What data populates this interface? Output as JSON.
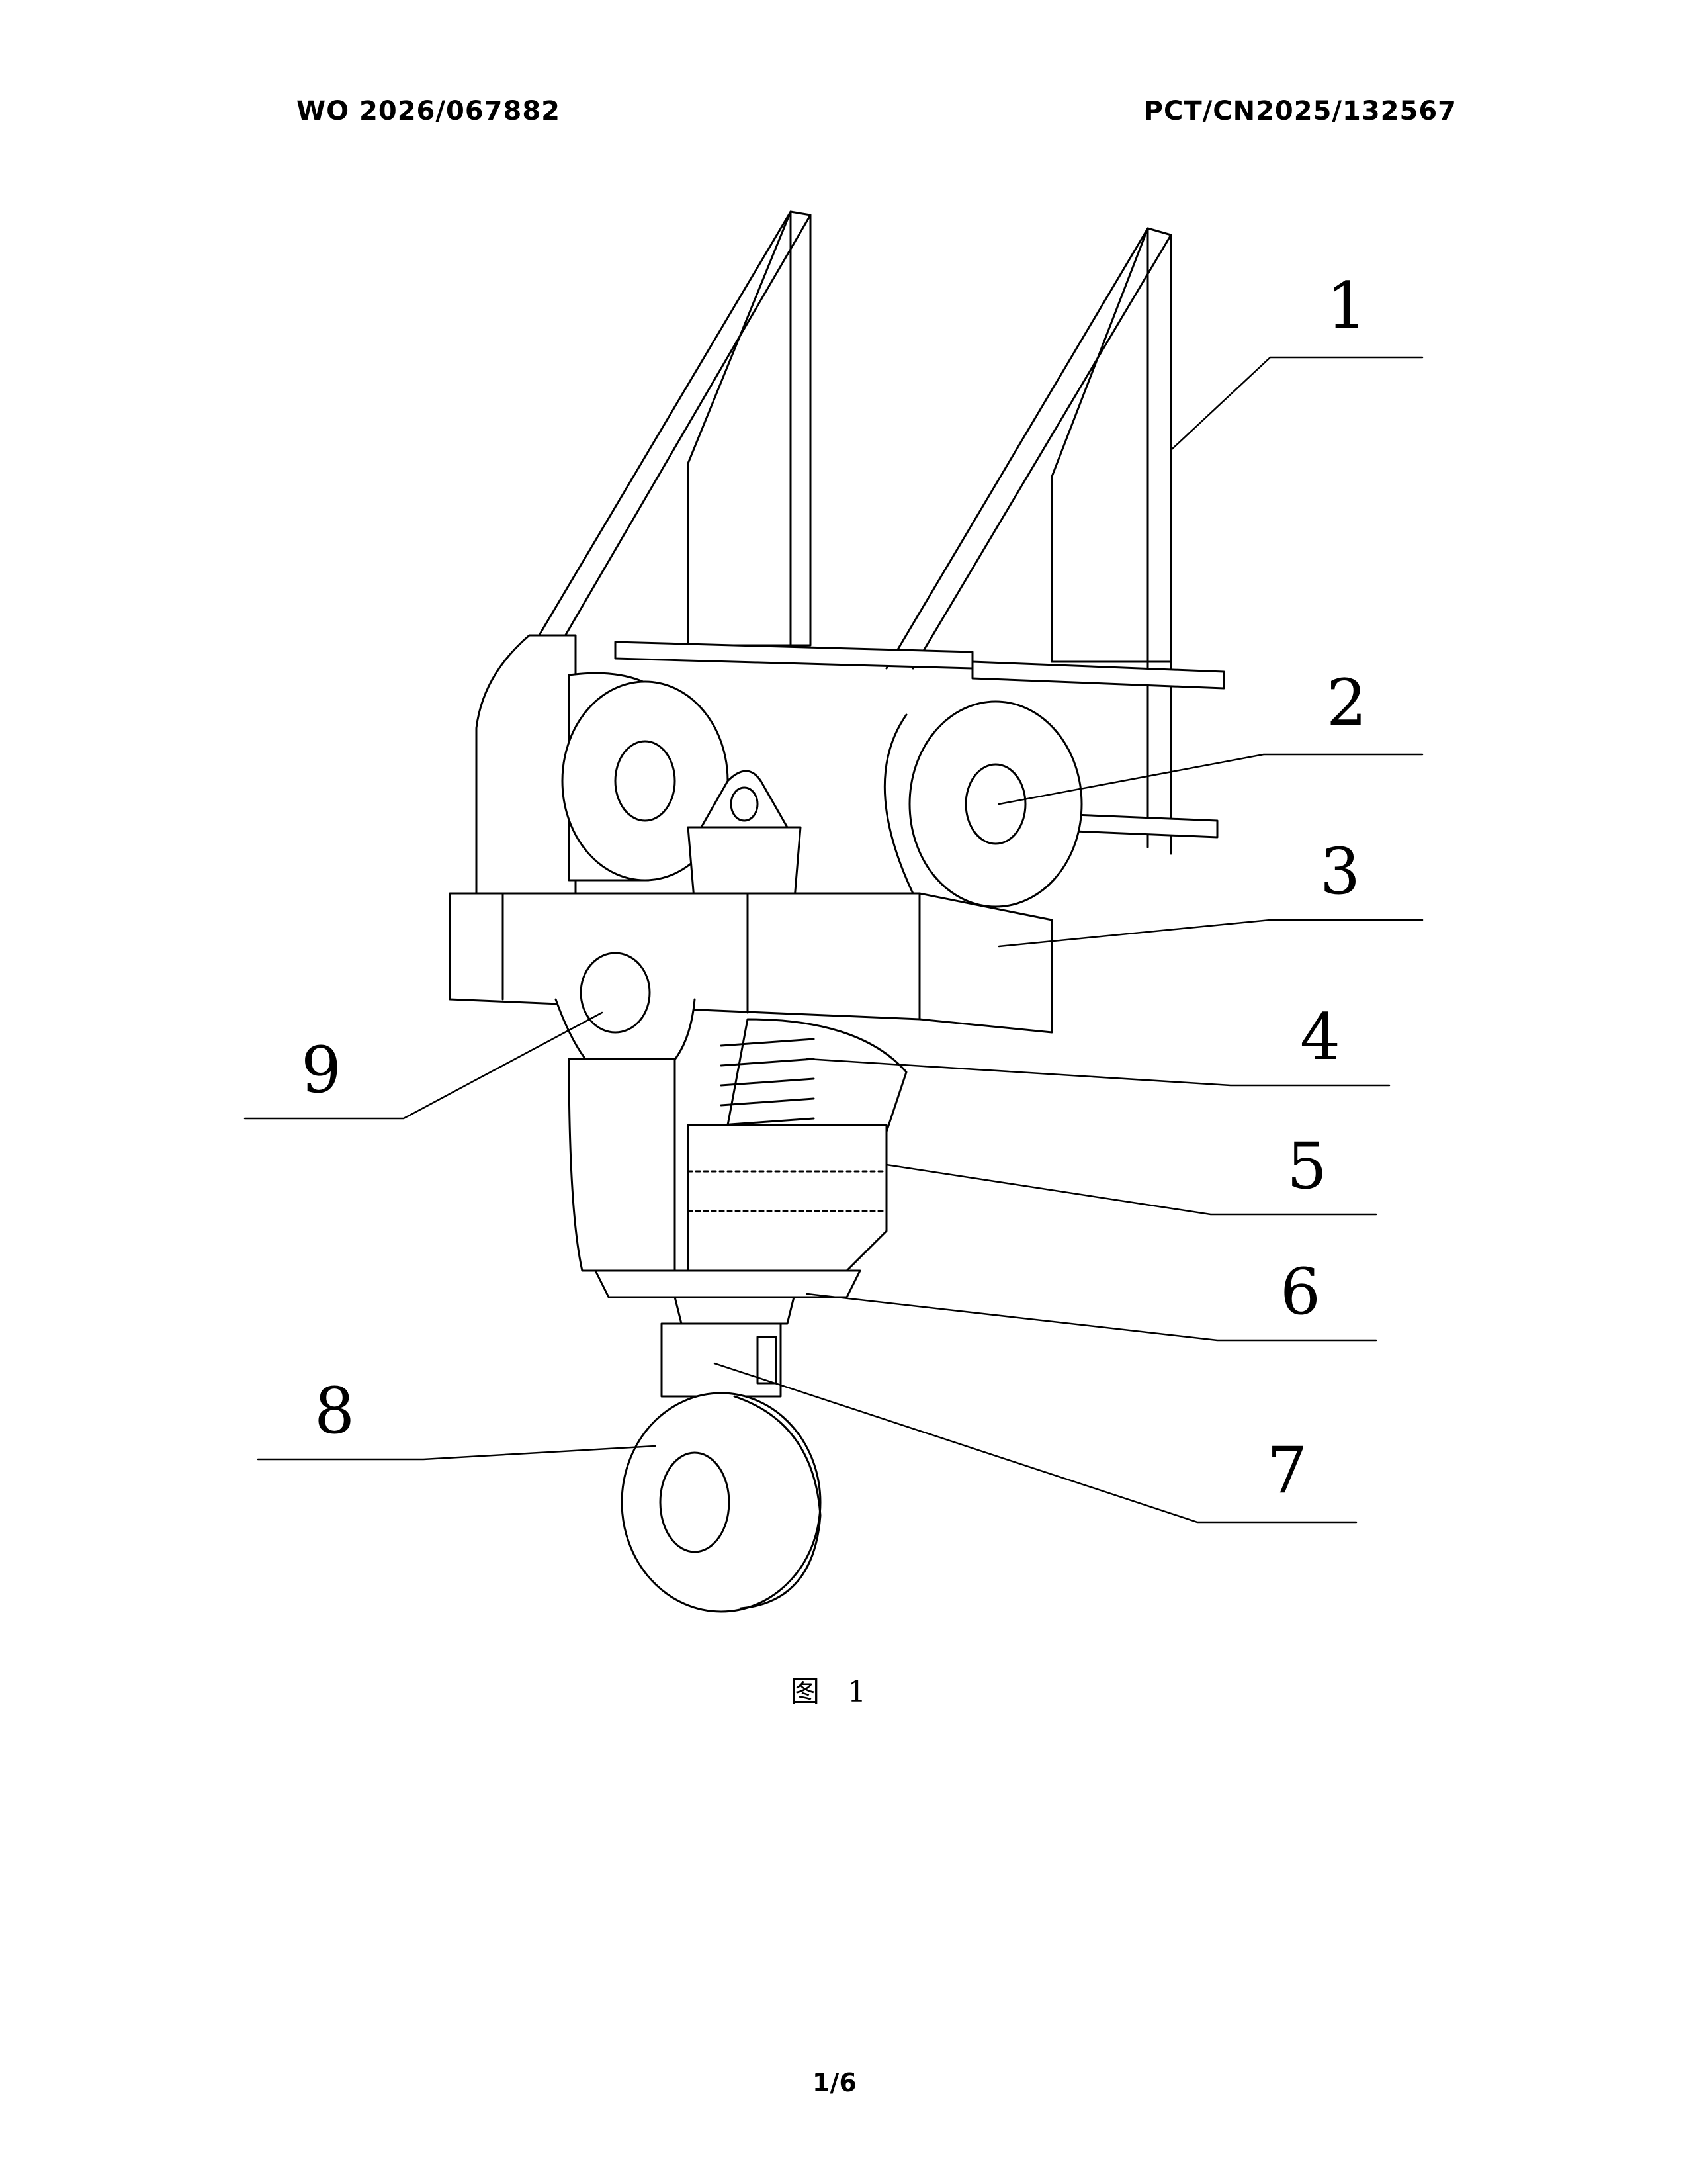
{
  "header": {
    "publication_number": "WO 2026/067882",
    "application_number": "PCT/CN2025/132567"
  },
  "figure": {
    "caption": "图 1",
    "reference_numerals": [
      "1",
      "2",
      "3",
      "4",
      "5",
      "6",
      "7",
      "8",
      "9"
    ]
  },
  "footer": {
    "page_number": "1/6"
  }
}
